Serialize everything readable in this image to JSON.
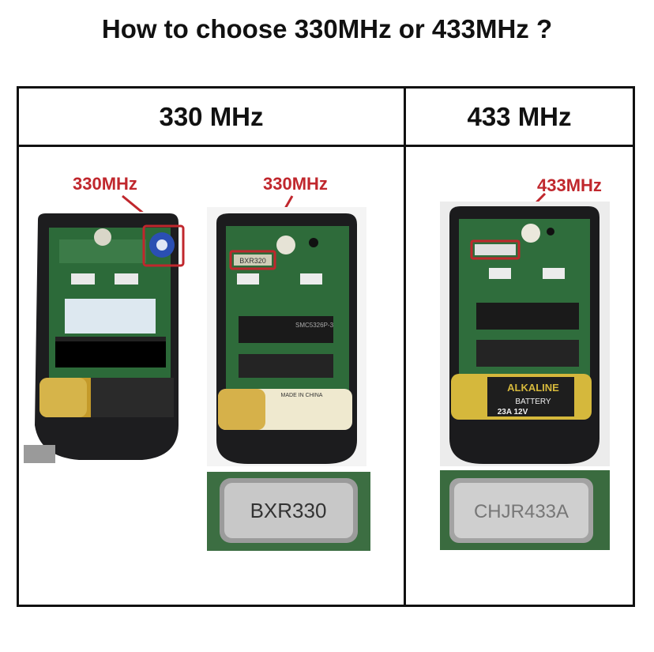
{
  "title": "How to choose 330MHz or 433MHz ?",
  "table": {
    "col1_header": "330 MHz",
    "col2_header": "433 MHz"
  },
  "annotations": {
    "left_remote": "330MHz",
    "middle_remote": "330MHz",
    "right_remote": "433MHz"
  },
  "labels": {
    "middle_chip_label": "BXR320",
    "middle_ic_text": "SMC5326P-3",
    "middle_battery_text": "MADE IN CHINA",
    "middle_crystal": "BXR330",
    "right_battery_brand": "ALKALINE",
    "right_battery_word": "BATTERY",
    "right_battery_model": "23A 12V",
    "right_crystal": "CHJR433A"
  },
  "colors": {
    "annotation_red": "#c0272d",
    "pcb_green": "#2f6b3a",
    "case_black": "#1b1b1d"
  }
}
